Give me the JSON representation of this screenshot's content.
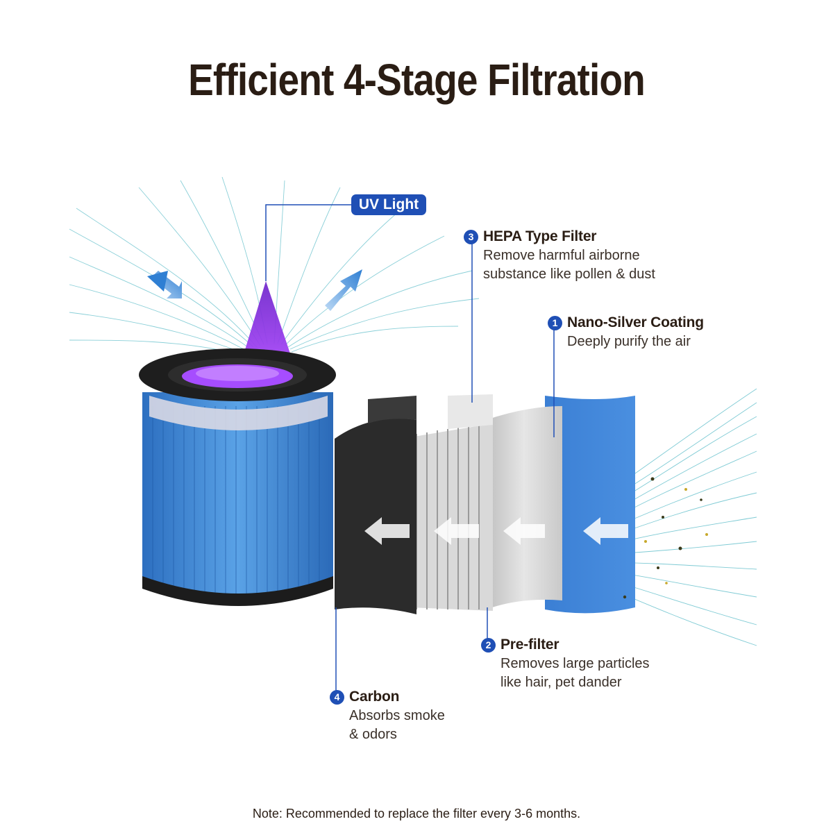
{
  "title": "Efficient 4-Stage Filtration",
  "uv_label": "UV Light",
  "stages": [
    {
      "number": "3",
      "title": "HEPA Type Filter",
      "desc_line1": "Remove harmful airborne",
      "desc_line2": "substance like pollen & dust"
    },
    {
      "number": "1",
      "title": "Nano-Silver Coating",
      "desc_line1": "Deeply purify the air",
      "desc_line2": ""
    },
    {
      "number": "2",
      "title": "Pre-filter",
      "desc_line1": "Removes large particles",
      "desc_line2": "like hair, pet dander"
    },
    {
      "number": "4",
      "title": "Carbon",
      "desc_line1": "Absorbs smoke",
      "desc_line2": "& odors"
    }
  ],
  "note": "Note: Recommended to replace the filter every 3-6 months.",
  "colors": {
    "accent": "#1f4fb5",
    "uv": "#8a2be2",
    "filter_blue": "#4a8fd8",
    "carbon": "#2a2a2a",
    "airflow": "#2aa8b8"
  }
}
